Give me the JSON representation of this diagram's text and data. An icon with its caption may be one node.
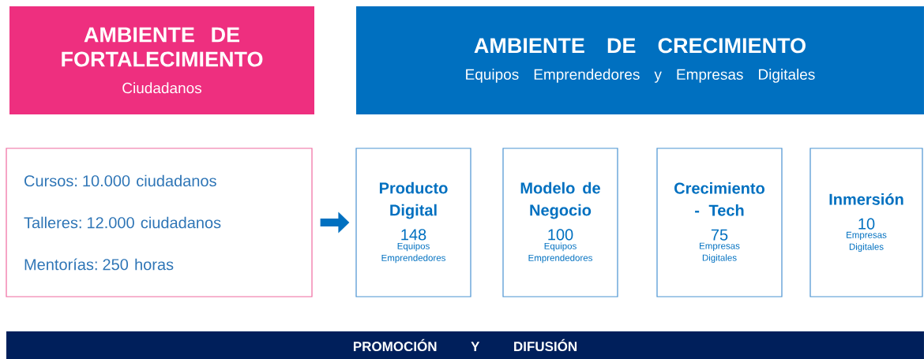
{
  "diagram": {
    "nodes": [
      {
        "text": [
          "AMBIENTE DE FORTALECIMIENTO",
          "Ciudadanos"
        ]
      },
      {
        "text": [
          "AMBIENTE DE CRECIMIENTO",
          "Equipos Emprendedores y Empresas Digitales"
        ]
      },
      {
        "text": [
          "Cursos: 10.000 ciudadanos",
          "Talleres: 12.000 ciudadanos",
          "Mentorías: 250 horas"
        ]
      },
      {
        "text": [
          "Producto Digital",
          "148",
          "Equipos Emprendedores"
        ]
      },
      {
        "text": [
          "Modelo de Negocio",
          "100",
          "Equipos Emprendedores"
        ]
      },
      {
        "text": [
          "Crecimiento - Tech",
          "75",
          "Empresas Digitales"
        ]
      },
      {
        "text": [
          "Inmersión",
          "10",
          "Empresas Digitales"
        ]
      },
      {
        "text": [
          "PROMOCIÓN Y DIFUSIÓN"
        ]
      }
    ],
    "edges": [
      {
        "from": 2,
        "to": 3,
        "arrow": "to"
      }
    ]
  }
}
